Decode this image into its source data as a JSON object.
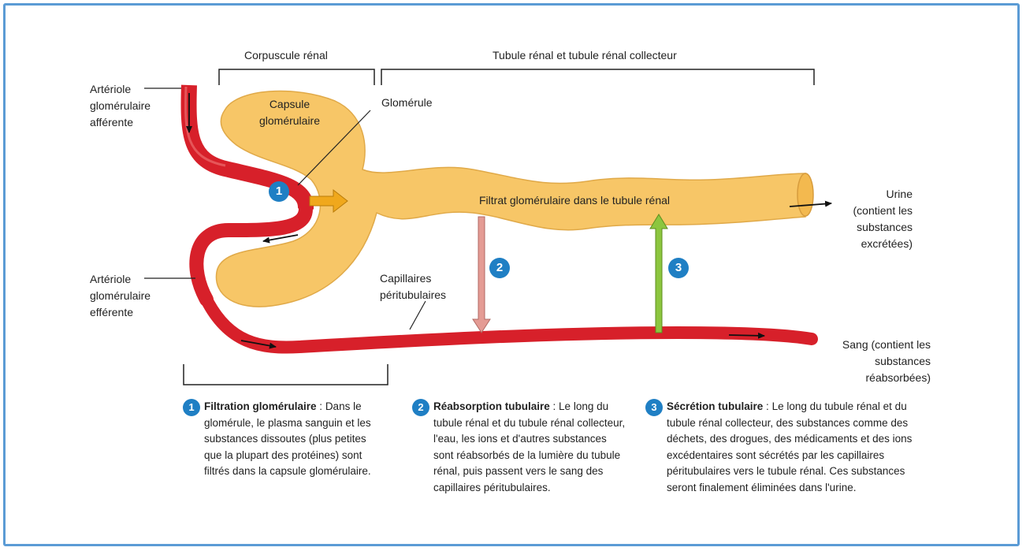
{
  "diagram": {
    "brackets": {
      "corpuscle": "Corpuscule rénal",
      "tubule": "Tubule rénal et tubule rénal collecteur"
    },
    "labels": {
      "afferent": "Artériole glomérulaire afférente",
      "efferent": "Artériole glomérulaire efférente",
      "capsule": "Capsule glomérulaire",
      "glomerulus": "Glomérule",
      "filtrate": "Filtrat glomérulaire dans le tubule rénal",
      "capillaries": "Capillaires péritubulaires",
      "urine": "Urine (contient les substances excrétées)",
      "blood": "Sang (contient les substances réabsorbées)"
    },
    "markers": [
      "1",
      "2",
      "3"
    ],
    "colors": {
      "blood_vessel": "#d7202a",
      "tubule": "#f7c667",
      "badge": "#1f7fc4",
      "filtration_arrow": "#f0a81c",
      "reabsorption_arrow": "#e49b94",
      "secretion_arrow": "#8cc63f",
      "frame": "#5b9bd5"
    }
  },
  "steps": [
    {
      "number": "1",
      "title": "Filtration glomérulaire",
      "sep": " :",
      "text": "Dans le glomérule, le plasma sanguin et les substances dissoutes (plus petites que la plupart des protéines) sont filtrés dans la capsule glomérulaire."
    },
    {
      "number": "2",
      "title": "Réabsorption tubulaire",
      "sep": " :",
      "text": "Le long du tubule rénal et du tubule rénal collecteur, l'eau, les ions et d'autres substances sont réabsorbés de la lumière du tubule rénal, puis passent vers le sang des capillaires péritubulaires."
    },
    {
      "number": "3",
      "title": "Sécrétion tubulaire",
      "sep": " :",
      "text": "Le long du tubule rénal et du tubule rénal collecteur, des substances comme des déchets, des drogues, des médicaments et des ions excédentaires sont sécrétés par les capillaires péritubulaires vers le tubule rénal. Ces substances seront finalement éliminées dans l'urine."
    }
  ]
}
